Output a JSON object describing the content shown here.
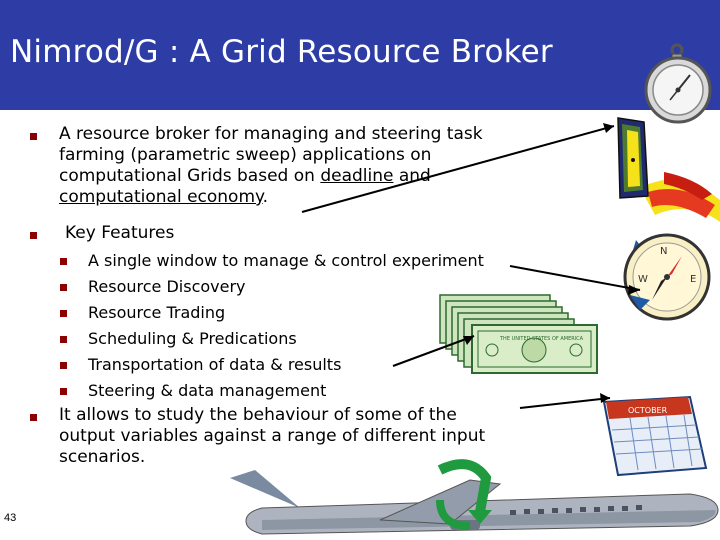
{
  "slide": {
    "title": "Nimrod/G : A Grid Resource Broker",
    "number": "43"
  },
  "bullets": {
    "b1_line1": "A resource broker for managing and steering task",
    "b1_line2": "farming (parametric sweep) applications on",
    "b1_line3_pre": "computational Grids based on ",
    "b1_line3_link": "deadline",
    "b1_line3_post": " and",
    "b1_line4_link": "computational economy",
    "b1_line4_post": ".",
    "b2": "Key Features",
    "sub": [
      "A single window to manage & control experiment",
      "Resource Discovery",
      "Resource Trading",
      "Scheduling & Predications",
      "Transportation of data & results",
      "Steering & data management"
    ],
    "b3_line1": "It allows to study the behaviour of some of the",
    "b3_line2": "output variables against a range of different input",
    "b3_line3": "scenarios."
  },
  "clipart": {
    "stopwatch": "stopwatch-icon",
    "door": "door-icon",
    "compass": "compass-icon",
    "money": "money-stack-icon",
    "calendar": "calendar-icon",
    "airplane": "airplane-icon",
    "calendar_label": "OCTOBER",
    "money_label": "THE UNITED STATES OF AMERICA"
  },
  "colors": {
    "title_bg": "#2e3da6",
    "bullet": "#8b0000"
  }
}
